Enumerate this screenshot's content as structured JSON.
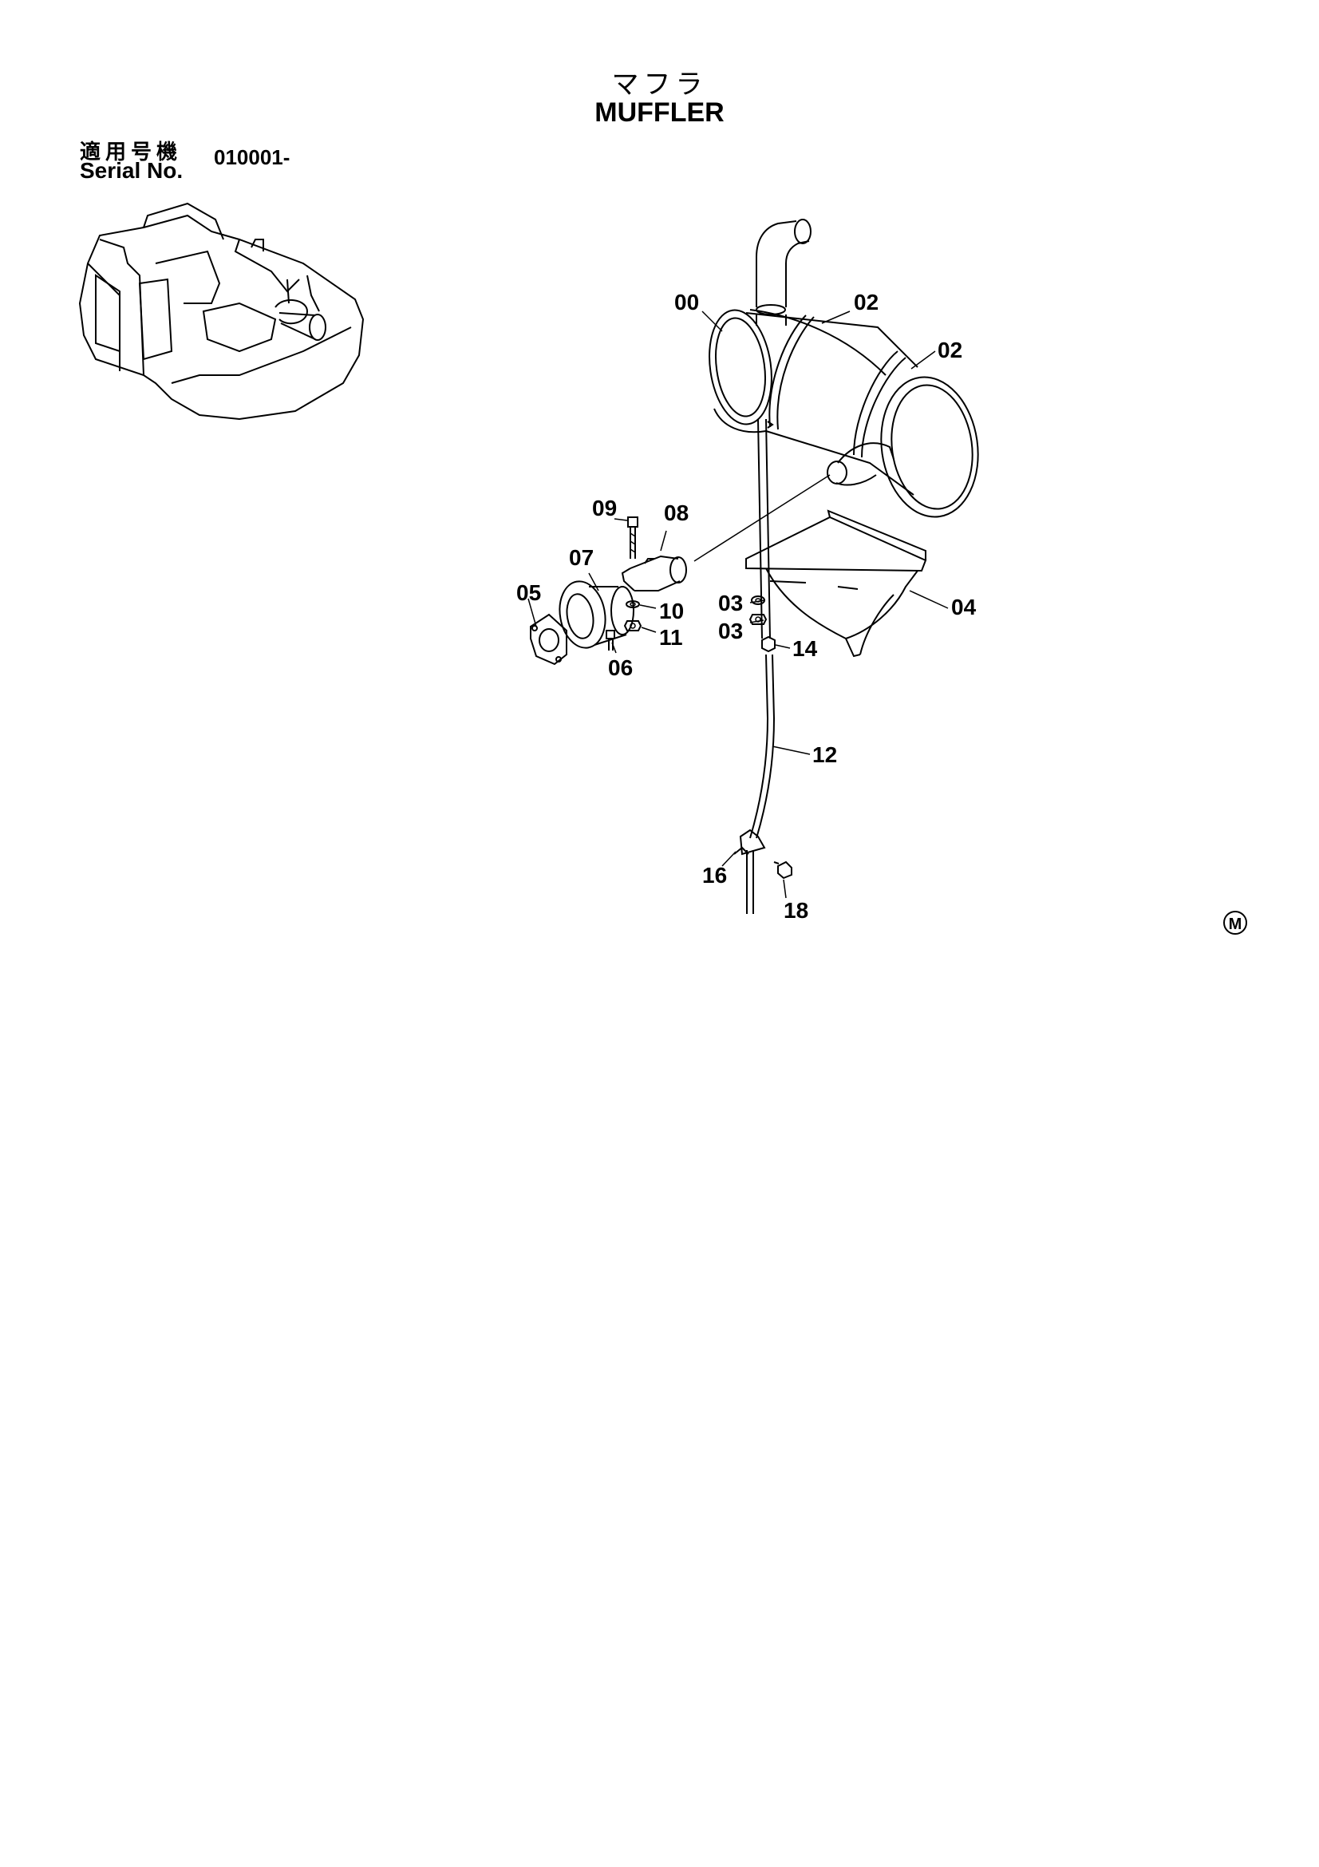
{
  "header": {
    "title_jp": "マフラ",
    "title_en": "MUFFLER",
    "serial_label_jp": "適用号機",
    "serial_label_en": "Serial No.",
    "serial_value": "010001-"
  },
  "callouts": {
    "p00": "00",
    "p02a": "02",
    "p02b": "02",
    "p03a": "03",
    "p03b": "03",
    "p04": "04",
    "p05": "05",
    "p06": "06",
    "p07": "07",
    "p08": "08",
    "p09": "09",
    "p10": "10",
    "p11": "11",
    "p12": "12",
    "p14": "14",
    "p16": "16",
    "p18": "18"
  },
  "mark": "M"
}
